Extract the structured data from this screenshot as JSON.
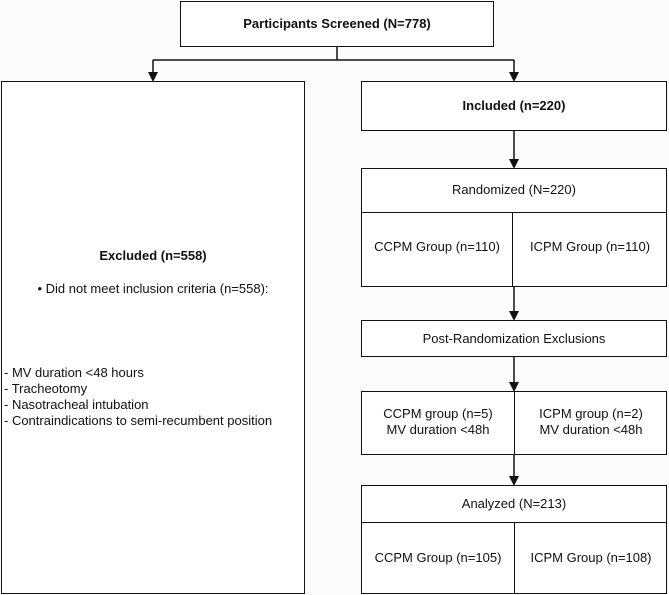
{
  "screened": {
    "title": "Participants Screened (N=778)"
  },
  "excluded": {
    "title": "Excluded (n=558)",
    "bullet": "• Did not meet inclusion criteria (n=558):",
    "reasons": [
      "- MV duration <48 hours",
      "- Tracheotomy",
      "- Nasotracheal intubation",
      "- Contraindications to semi-recumbent position"
    ]
  },
  "included": {
    "title": "Included (n=220)"
  },
  "randomized": {
    "title": "Randomized (N=220)",
    "left": "CCPM Group (n=110)",
    "right": "ICPM Group (n=110)"
  },
  "post_exclusions": {
    "title": "Post-Randomization Exclusions",
    "left_line1": "CCPM group (n=5)",
    "left_line2": "MV duration <48h",
    "right_line1": "ICPM group (n=2)",
    "right_line2": "MV duration <48h"
  },
  "analyzed": {
    "title": "Analyzed (N=213)",
    "left": "CCPM Group (n=105)",
    "right": "ICPM Group (n=108)"
  }
}
